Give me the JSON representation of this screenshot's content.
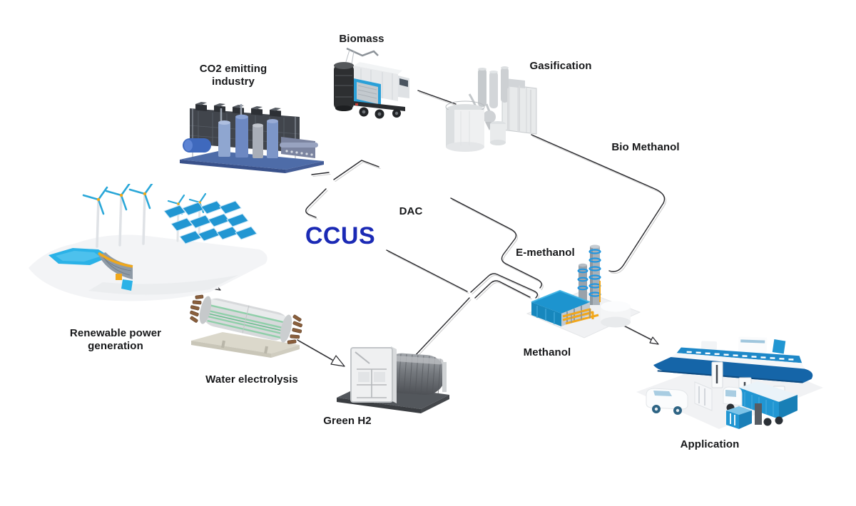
{
  "diagram": {
    "title": "CCUS",
    "labels": {
      "biomass": "Biomass",
      "co2_industry": "CO2 emitting industry",
      "gasification": "Gasification",
      "bio_methanol": "Bio Methanol",
      "dac": "DAC",
      "e_methanol": "E-methanol",
      "renewable": "Renewable power generation",
      "water_electrolysis": "Water electrolysis",
      "green_h2": "Green H2",
      "methanol": "Methanol",
      "application": "Application"
    },
    "icons": {
      "biomass": "garbage-truck",
      "co2_industry": "blue-chemical-plant",
      "gasification": "gasification-plant",
      "renewable": "wind-solar-hydro-farm",
      "water_electrolysis": "electrolyzer-stack",
      "green_h2": "hydrogen-storage-tank",
      "methanol": "methanol-plant",
      "application": "ship-truck-van-fueling"
    },
    "colors": {
      "ccus_text": "#1b2ab5",
      "accent_blue": "#2196d2",
      "pipe_yellow": "#f2a71b",
      "line": "#26262a"
    }
  }
}
